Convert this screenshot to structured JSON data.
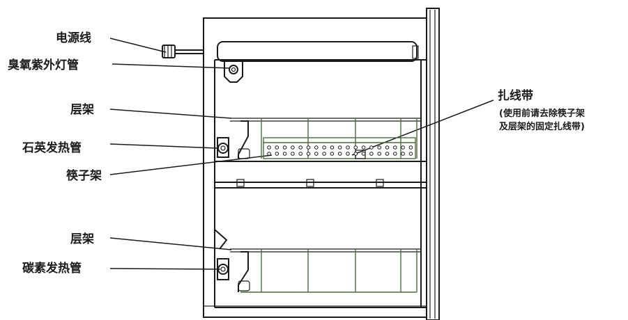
{
  "labels": {
    "power_cord": "电源线",
    "ozone_uv_lamp": "臭氧紫外灯管",
    "shelf_upper": "层架",
    "quartz_heating_tube": "石英发热管",
    "chopstick_rack": "筷子架",
    "shelf_lower": "层架",
    "carbon_heating_tube": "碳素发热管",
    "cable_tie": "扎线带",
    "cable_tie_note_line1": "(使用前请去除筷子架",
    "cable_tie_note_line2": "及层架的固定扎线带)"
  },
  "colors": {
    "line": "#1a1a1a",
    "rack_green": "#4a6b3a",
    "background": "#ffffff"
  }
}
